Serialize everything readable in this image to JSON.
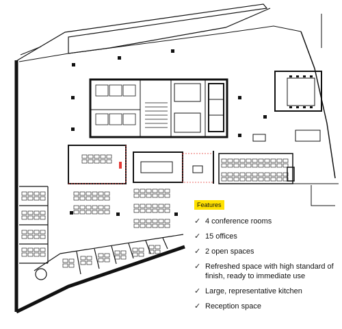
{
  "features": {
    "title": "Features",
    "items": [
      {
        "icon": "check-icon",
        "text": "4 conference rooms"
      },
      {
        "icon": "check-icon",
        "text": "15 offices"
      },
      {
        "icon": "check-icon",
        "text": "2 open spaces"
      },
      {
        "icon": "check-icon",
        "text": "Refreshed space with high standard of finish, ready to immediate use"
      },
      {
        "icon": "check-icon",
        "text": "Large, representative kitchen"
      },
      {
        "icon": "check-icon",
        "text": "Reception space"
      }
    ]
  },
  "colors": {
    "wall": "#111111",
    "highlight": "#ffe100",
    "accent_red": "#e53935",
    "furniture": "#222222"
  }
}
